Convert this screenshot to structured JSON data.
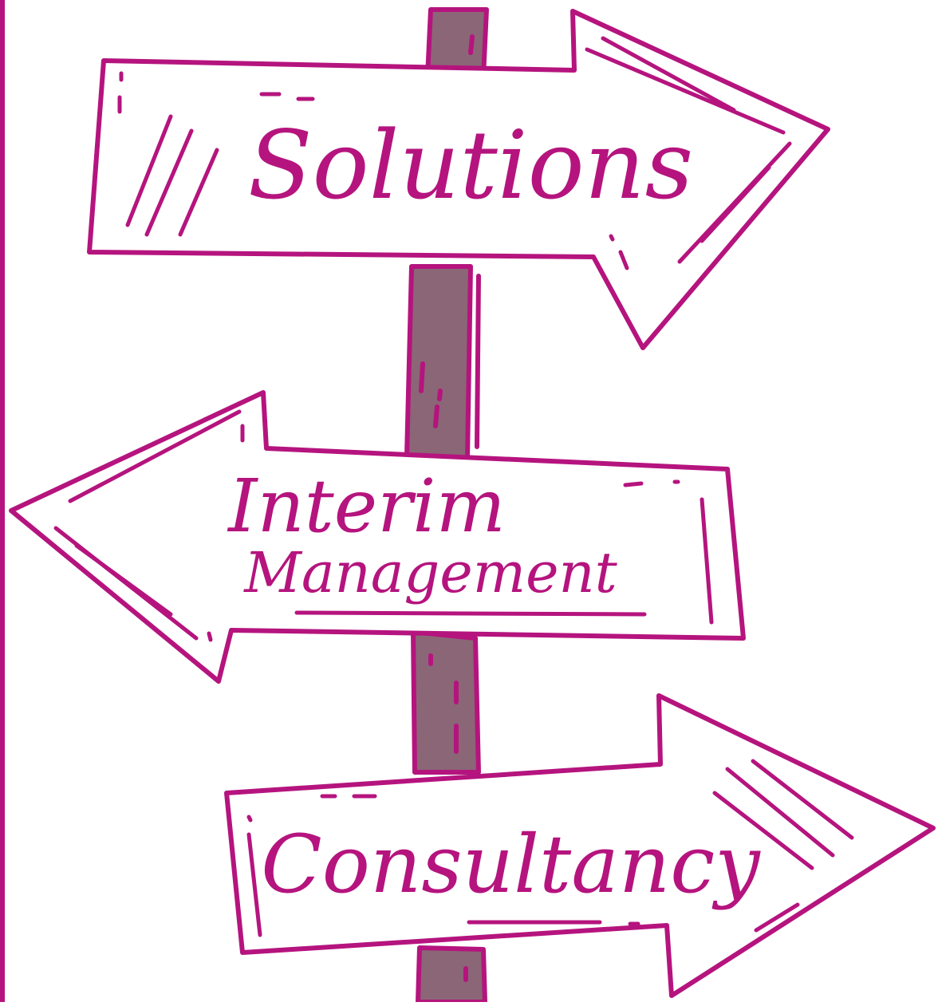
{
  "colors": {
    "ink": "#b5147e",
    "post": "#8b6676",
    "background": "#ffffff"
  },
  "signs": {
    "top": {
      "label": "Solutions",
      "direction": "right"
    },
    "middle": {
      "line1": "Interim",
      "line2": "Management",
      "direction": "left"
    },
    "bottom": {
      "label": "Consultancy",
      "direction": "right"
    }
  }
}
